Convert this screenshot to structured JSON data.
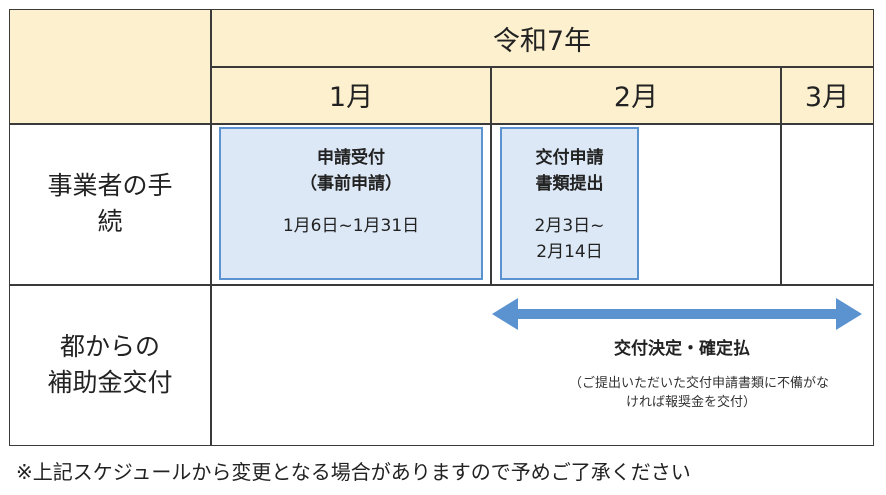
{
  "header": {
    "year": "令和7年",
    "months": [
      "1月",
      "2月",
      "3月"
    ]
  },
  "rows": {
    "business": {
      "label_line1": "事業者の手",
      "label_line2": "続"
    },
    "subsidy": {
      "label_line1": "都からの",
      "label_line2": "補助金交付"
    }
  },
  "box_application": {
    "title_line1": "申請受付",
    "title_line2": "（事前申請）",
    "date": "1月6日~1月31日"
  },
  "box_submission": {
    "title_line1": "交付申請",
    "title_line2": "書類提出",
    "date_line1": "2月3日~",
    "date_line2": "2月14日"
  },
  "arrow": {
    "label": "交付決定・確定払",
    "note_line1": "（ご提出いただいた交付申請書類に不備がな",
    "note_line2": "ければ報奨金を交付）"
  },
  "footnote": "※上記スケジュールから変更となる場合がありますので予めご了承ください",
  "colors": {
    "header_bg": "#fcf0cf",
    "box_bg": "#dce8f5",
    "box_border": "#5a93cf",
    "arrow": "#5b93d0"
  }
}
